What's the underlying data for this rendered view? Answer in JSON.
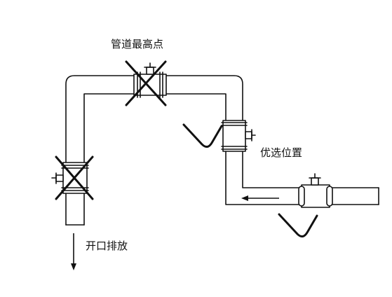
{
  "labels": {
    "highest_point": "管道最高点",
    "preferred_position": "优选位置",
    "open_drain": "开口排放"
  },
  "colors": {
    "line": "#111111",
    "pipe_fill": "#ffffff",
    "background": "#ffffff"
  },
  "icons": [
    "cross-mark-icon",
    "check-mark-icon",
    "flow-arrow-icon",
    "drain-arrow-icon",
    "flowmeter-icon"
  ]
}
